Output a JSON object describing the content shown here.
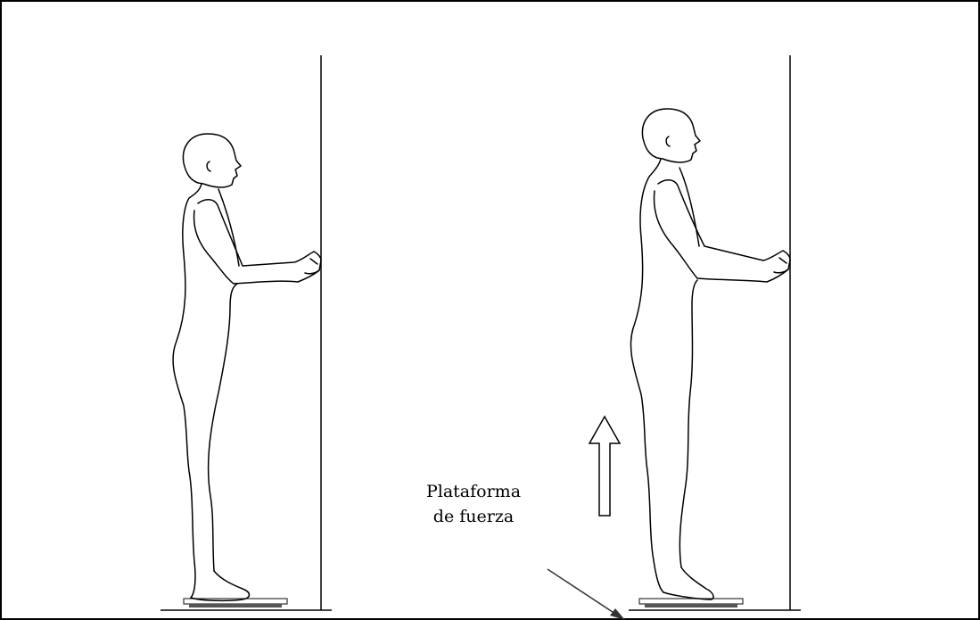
{
  "annotation": {
    "line1": "Plataforma",
    "line2": "de fuerza"
  },
  "figures": [
    {
      "pose": "standing-flat-feet"
    },
    {
      "pose": "standing-on-tiptoes"
    }
  ],
  "arrow": {
    "direction": "up"
  },
  "colors": {
    "stroke": "#000000",
    "background": "#ffffff",
    "platform": "#555555"
  }
}
